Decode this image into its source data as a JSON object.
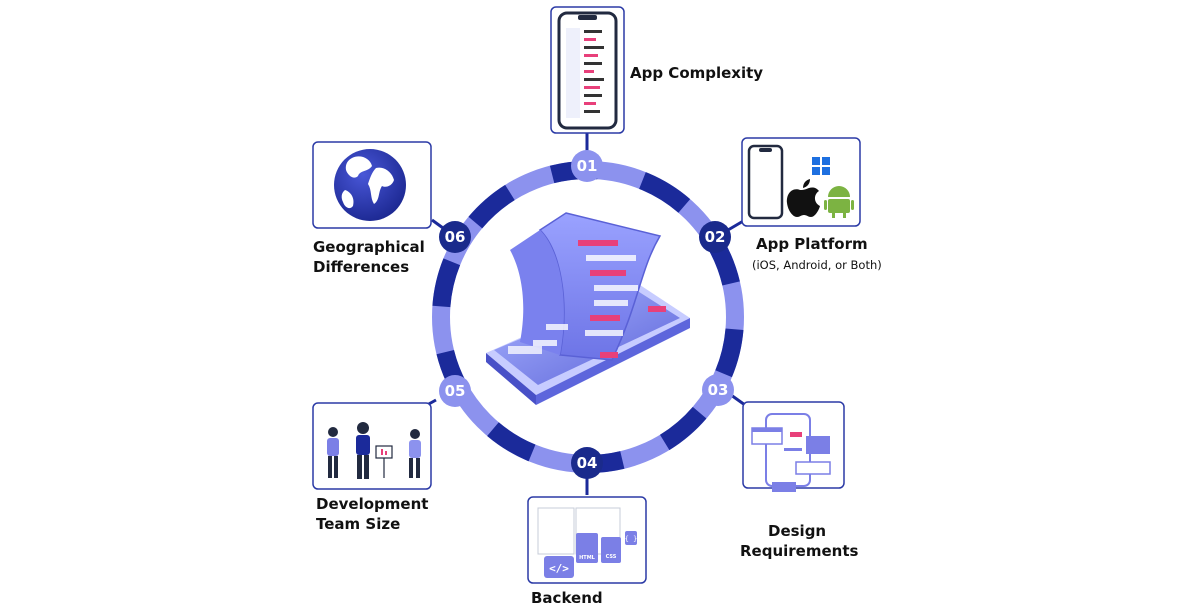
{
  "colors": {
    "ring_dark": "#1b2a9a",
    "ring_light": "#8c92ee",
    "badge": "#1a2a8c",
    "card_border": "#2b3aa6",
    "accent_pink": "#e8407a",
    "accent_purple": "#7b7fe6"
  },
  "factors": [
    {
      "number": "01",
      "title": "App Complexity",
      "subtitle": "",
      "icon": "phone-app-icon"
    },
    {
      "number": "02",
      "title": "App Platform",
      "subtitle": "(iOS, Android, or Both)",
      "icon": "platform-icons"
    },
    {
      "number": "03",
      "title_line1": "Design",
      "title_line2": "Requirements",
      "icon": "design-wireframe-icon"
    },
    {
      "number": "04",
      "title": "Backend",
      "icon": "code-files-icon"
    },
    {
      "number": "05",
      "title_line1": "Development",
      "title_line2": "Team Size",
      "icon": "team-people-icon"
    },
    {
      "number": "06",
      "title_line1": "Geographical",
      "title_line2": "Differences",
      "icon": "globe-icon"
    }
  ],
  "code_labels": {
    "html": "HTML",
    "css": "CSS",
    "code_tag": "</>",
    "braces": "{ }"
  }
}
